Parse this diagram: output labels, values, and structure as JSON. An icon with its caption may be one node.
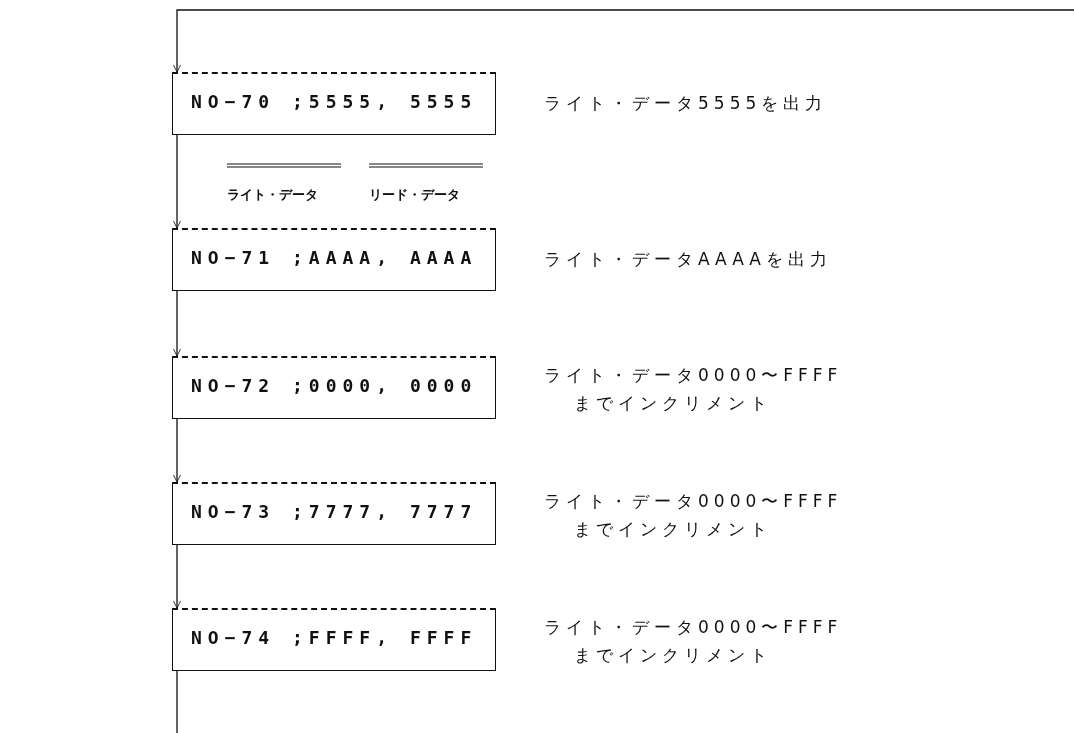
{
  "diagram": {
    "nodes": [
      {
        "text": [
          "NO−70 ;5555, 5555"
        ],
        "beside": [
          "ライト・データ5555を出力"
        ]
      },
      {
        "text": [
          "NO−71 ;AAAA, AAAA"
        ],
        "beside": [
          "ライト・データAAAAを出力"
        ]
      },
      {
        "text": [
          "NO−72 ;0000, 0000"
        ],
        "beside": [
          "ライト・データ0000〜FFFFまでインクリメント"
        ]
      },
      {
        "text": [
          "NO−73 ;7777, 7777"
        ],
        "beside": [
          "ライト・データ0000〜FFFFまでインクリメント"
        ]
      },
      {
        "text": [
          "NO−74 ;FFFF, FFFF"
        ],
        "beside": [
          "ライト・データ0000〜FFFFまでインクリメント"
        ]
      }
    ],
    "edges": [
      {
        "from": null,
        "to": 0,
        "arrow": "to"
      },
      {
        "from": 0,
        "to": 1,
        "arrow": "to"
      },
      {
        "from": 1,
        "to": 2,
        "arrow": "to"
      },
      {
        "from": 2,
        "to": 3,
        "arrow": "to"
      },
      {
        "from": 3,
        "to": 4,
        "arrow": "to"
      },
      {
        "from": 4,
        "to": null,
        "arrow": "none"
      }
    ],
    "labels": [
      "ライト・データ",
      "リード・データ"
    ]
  }
}
